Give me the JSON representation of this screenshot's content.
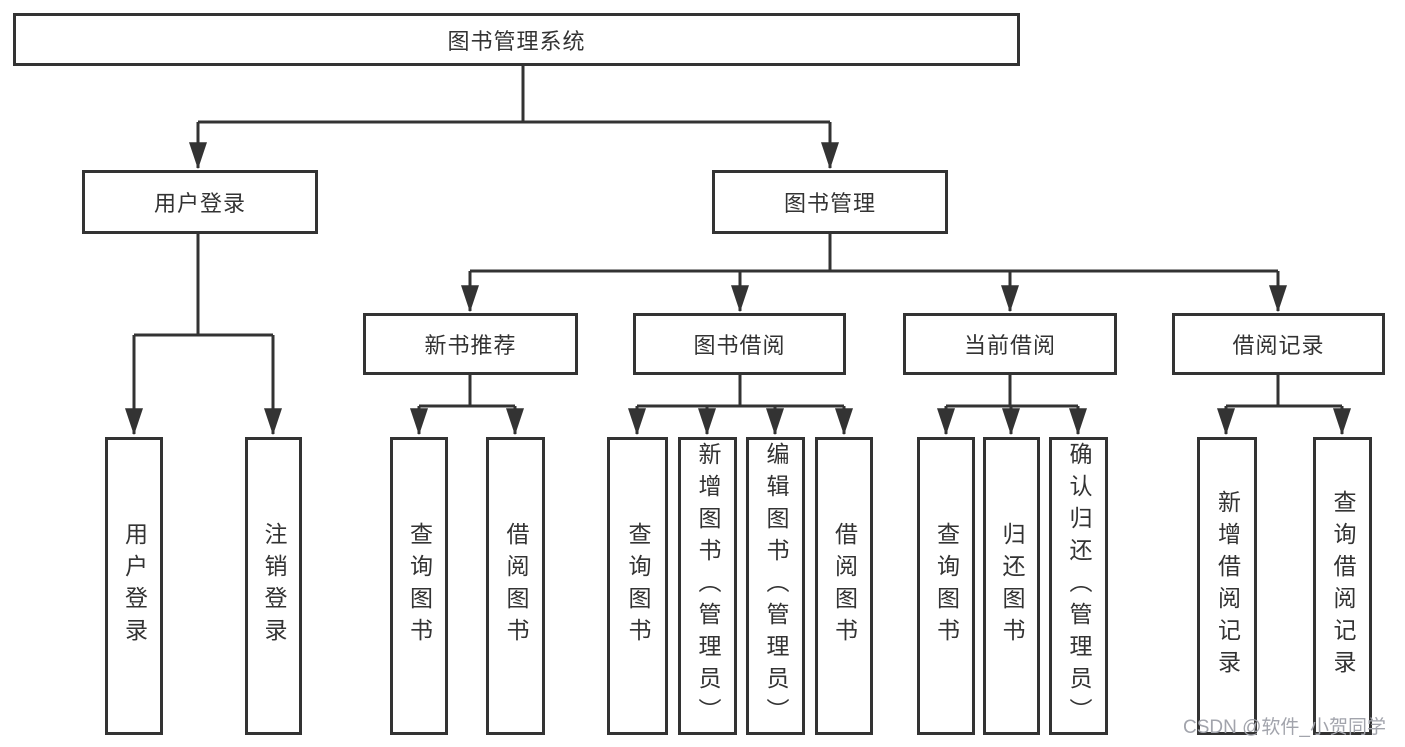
{
  "diagram_title": "图书管理系统",
  "colors": {
    "line": "#333333",
    "text": "#333333",
    "box_background": "#ffffff",
    "watermark": "#a2a4ac",
    "background": "#ffffff"
  },
  "tree": {
    "root": "图书管理系统",
    "branches": [
      {
        "label": "用户登录",
        "children": [
          "用户登录",
          "注销登录"
        ]
      },
      {
        "label": "图书管理",
        "children": [
          {
            "label": "新书推荐",
            "children": [
              "查询图书",
              "借阅图书"
            ]
          },
          {
            "label": "图书借阅",
            "children": [
              "查询图书",
              "新增图书（管理员）",
              "编辑图书（管理员）",
              "借阅图书"
            ]
          },
          {
            "label": "当前借阅",
            "children": [
              "查询图书",
              "归还图书",
              "确认归还（管理员）"
            ]
          },
          {
            "label": "借阅记录",
            "children": [
              "新增借阅记录",
              "查询借阅记录"
            ]
          }
        ]
      }
    ]
  },
  "watermark": "CSDN @软件_小贺同学"
}
